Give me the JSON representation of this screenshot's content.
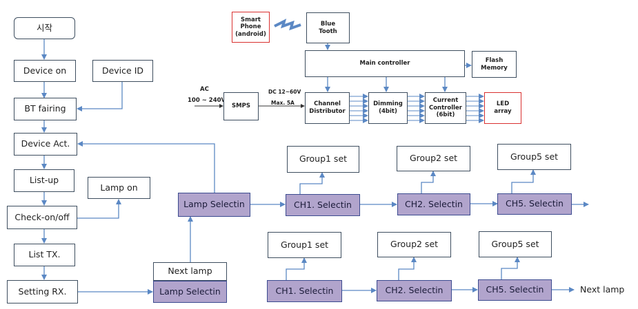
{
  "flow": {
    "start": "시작",
    "device_on": "Device on",
    "device_id": "Device ID",
    "bt_fairing": "BT fairing",
    "device_act": "Device Act.",
    "list_up": "List-up",
    "lamp_on": "Lamp on",
    "check_onoff": "Check-on/off",
    "list_tx": "List TX.",
    "setting_rx": "Setting RX."
  },
  "hardware": {
    "smart_phone": "Smart\nPhone\n(android)",
    "bluetooth": "Blue\nTooth",
    "main_controller": "Main controller",
    "flash_memory": "Flash\nMemory",
    "ac_label": "AC",
    "ac_range": "100 ~ 240V",
    "smps": "SMPS",
    "dc_label": "DC 12~60V",
    "max_label": "Max. 5A",
    "channel_distributor": "Channel\nDistributor",
    "dimming": "Dimming\n(4bit)",
    "current_controller": "Current\nController\n(6bit)",
    "led_array": "LED\narray"
  },
  "selection": {
    "lamp_select_top": "Lamp Selectin",
    "lamp_select_bottom": "Lamp Selectin",
    "next_lamp_box": "Next lamp",
    "row1": {
      "ch1": "CH1. Selectin",
      "ch2": "CH2. Selectin",
      "ch5": "CH5. Selectin",
      "group1": "Group1 set",
      "group2": "Group2 set",
      "group5": "Group5 set"
    },
    "row2": {
      "ch1": "CH1. Selectin",
      "ch2": "CH2. Selectin",
      "ch5": "CH5. Selectin",
      "group1": "Group1 set",
      "group2": "Group2 set",
      "group5": "Group5 set"
    },
    "next_lamp_end": "Next lamp"
  },
  "colors": {
    "line": "#5b88c4",
    "box_border": "#3d4d5e",
    "purple_fill": "#b1a4cc",
    "red_border": "#d9302f"
  }
}
